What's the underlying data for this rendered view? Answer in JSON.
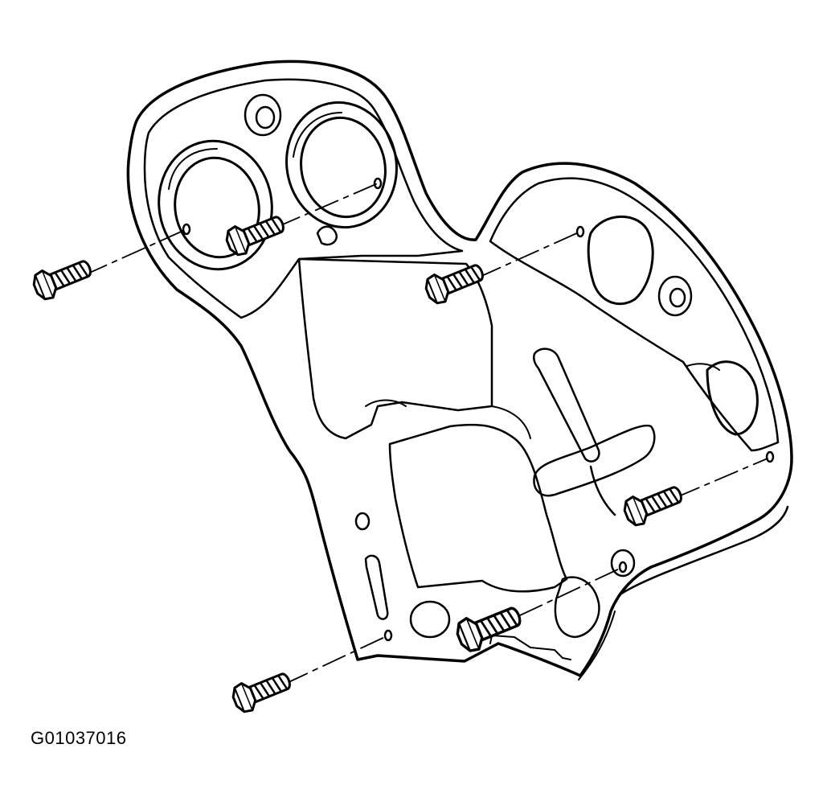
{
  "figure": {
    "code": "G01037016"
  },
  "colors": {
    "line": "#000000",
    "background": "#ffffff"
  },
  "parts": {
    "cover": "timing-cover",
    "fasteners": [
      "bolt",
      "bolt",
      "bolt",
      "bolt",
      "bolt",
      "bolt"
    ]
  }
}
